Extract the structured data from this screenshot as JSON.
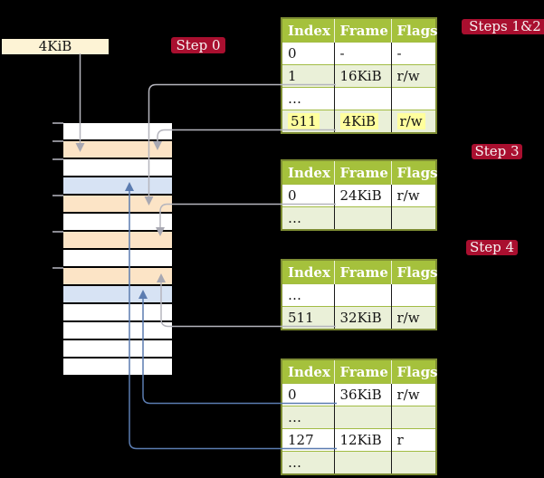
{
  "frame_label": "4KiB",
  "badges": {
    "step0": "Step 0",
    "steps_1_2": "Steps 1&2",
    "step3": "Step 3",
    "step4": "Step 4"
  },
  "tables": {
    "t1": {
      "headers": [
        "Index",
        "Frame",
        "Flags"
      ],
      "rows": [
        {
          "cells": [
            "0",
            "-",
            "-"
          ]
        },
        {
          "cells": [
            "1",
            "16KiB",
            "r/w"
          ]
        },
        {
          "cells": [
            "…",
            "",
            ""
          ]
        },
        {
          "cells": [
            "511",
            "4KiB",
            "r/w"
          ],
          "highlighted": true
        }
      ]
    },
    "t2": {
      "headers": [
        "Index",
        "Frame",
        "Flags"
      ],
      "rows": [
        {
          "cells": [
            "0",
            "24KiB",
            "r/w"
          ]
        },
        {
          "cells": [
            "…",
            "",
            ""
          ]
        }
      ]
    },
    "t3": {
      "headers": [
        "Index",
        "Frame",
        "Flags"
      ],
      "rows": [
        {
          "cells": [
            "…",
            "",
            ""
          ]
        },
        {
          "cells": [
            "511",
            "32KiB",
            "r/w"
          ]
        }
      ]
    },
    "t4": {
      "headers": [
        "Index",
        "Frame",
        "Flags"
      ],
      "rows": [
        {
          "cells": [
            "0",
            "36KiB",
            "r/w"
          ]
        },
        {
          "cells": [
            "…",
            "",
            ""
          ]
        },
        {
          "cells": [
            "127",
            "12KiB",
            "r"
          ]
        },
        {
          "cells": [
            "…",
            "",
            ""
          ]
        }
      ]
    }
  },
  "memory": {
    "row_types": [
      "empty",
      "page-table",
      "empty",
      "page",
      "page-table",
      "empty",
      "page-table",
      "empty",
      "page-table",
      "page",
      "empty",
      "empty",
      "empty",
      "empty"
    ]
  },
  "colors": {
    "background": "#000000",
    "badge_red": "#a90f2f",
    "table_border_olive": "#7d8c33",
    "table_header_green": "#a5c13c",
    "table_row_green": "#eaf0d8",
    "highlight_yellow": "#ffff9e",
    "frame_label_cream": "#fdf3d5",
    "memory_page_table_orange": "#fce4c6",
    "memory_page_blue": "#d7e3f4",
    "arrow_gray": "#b5b5bd",
    "arrow_blue": "#5b7cb0"
  }
}
